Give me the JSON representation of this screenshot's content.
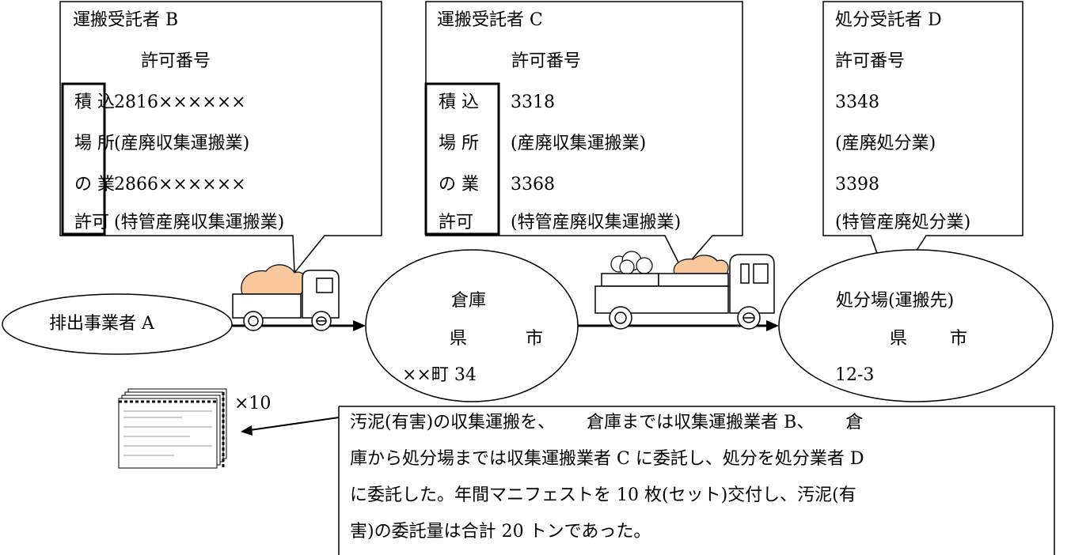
{
  "carrier_b": {
    "title": "運搬受託者 B",
    "permit_header": "許可番号",
    "side_labels": [
      "積 込",
      "場 所",
      "の 業",
      "許可"
    ],
    "permit_lines": [
      "2816××××××",
      "(産廃収集運搬業)",
      "2866××××××",
      "(特管産廃収集運搬業)"
    ]
  },
  "carrier_c": {
    "title": "運搬受託者 C",
    "permit_header": "許可番号",
    "side_labels": [
      "積 込",
      "場 所",
      "の 業",
      "許可"
    ],
    "permit_lines": [
      "3318",
      "(産廃収集運搬業)",
      "3368",
      "(特管産廃収集運搬業)"
    ]
  },
  "disposer_d": {
    "title": "処分受託者 D",
    "permit_header": "許可番号",
    "permit_lines": [
      "3348",
      "(産廃処分業)",
      "3398",
      "(特管産廃処分業)"
    ]
  },
  "generator_a": {
    "label": "排出事業者 A"
  },
  "warehouse": {
    "name": "倉庫",
    "pref_label": "県",
    "city_label": "市",
    "address": "××町 34"
  },
  "disposal_site": {
    "name": "処分場(運搬先)",
    "pref_label": "県",
    "city_label": "市",
    "address": "12-3"
  },
  "manifest": {
    "count_label": "×10"
  },
  "description_lines": [
    "汚泥(有害)の収集運搬を、　　 倉庫までは収集運搬業者 B、　　 倉",
    "庫から処分場までは収集運搬業者 C に委託し、処分を処分業者 D",
    "に委託した。年間マニフェストを 10 枚(セット)交付し、汚泥(有",
    "害)の委託量は合計 20 トンであった。"
  ],
  "colors": {
    "cargo_fill": "#f8c89c",
    "stroke": "#000000"
  }
}
